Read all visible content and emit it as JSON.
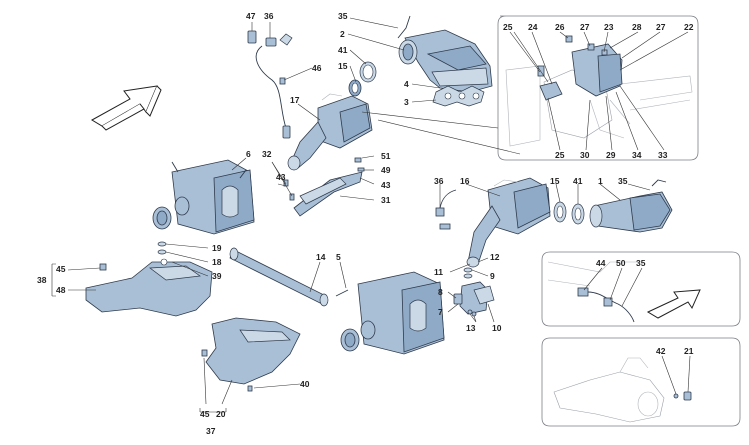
{
  "callouts": {
    "c47": "47",
    "c36a": "36",
    "c35a": "35",
    "c2": "2",
    "c41a": "41",
    "c15a": "15",
    "c46": "46",
    "c4": "4",
    "c3": "3",
    "c17": "17",
    "c6": "6",
    "c32": "32",
    "c43a": "43",
    "c51": "51",
    "c49": "49",
    "c43b": "43",
    "c31": "31",
    "c36b": "36",
    "c16": "16",
    "c15b": "15",
    "c41b": "41",
    "c1": "1",
    "c35b": "35",
    "c45a": "45",
    "c38": "38",
    "c48": "48",
    "c19": "19",
    "c18": "18",
    "c39": "39",
    "c14": "14",
    "c5": "5",
    "c11": "11",
    "c12": "12",
    "c9": "9",
    "c8": "8",
    "c7": "7",
    "c13": "13",
    "c10": "10",
    "c40": "40",
    "c45b": "45",
    "c20": "20",
    "c37": "37",
    "i25a": "25",
    "i24": "24",
    "i26": "26",
    "i27a": "27",
    "i23": "23",
    "i28": "28",
    "i27b": "27",
    "i22": "22",
    "i25b": "25",
    "i30": "30",
    "i29": "29",
    "i34": "34",
    "i33": "33",
    "d44": "44",
    "d50": "50",
    "d35": "35",
    "e42": "42",
    "e21": "21"
  }
}
